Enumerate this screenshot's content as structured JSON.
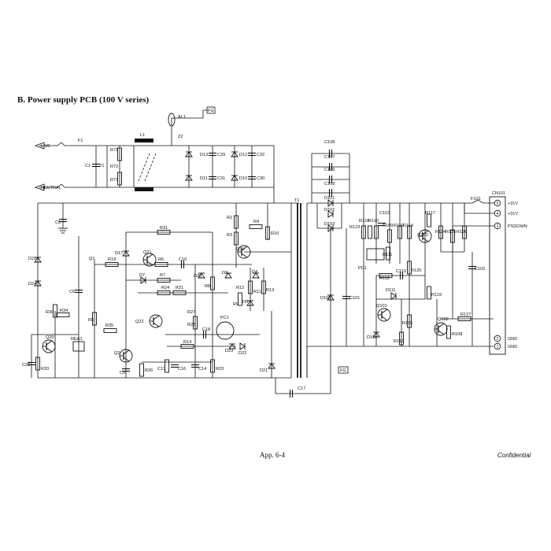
{
  "heading": "B. Power supply PCB (100 V series)",
  "page_number": "App. 6-4",
  "classification": "Confidential",
  "terminals": {
    "live": "LIVE",
    "neutral": "NEUTRAL",
    "fg_top": "FG",
    "fg_mid": "FG"
  },
  "connector": {
    "name": "CN101",
    "pins": [
      {
        "num": "5",
        "label": "+31V"
      },
      {
        "num": "4",
        "label": "+31V"
      },
      {
        "num": "3",
        "label": "PSDOWN"
      },
      {
        "num": "2",
        "label": "GND"
      },
      {
        "num": "1",
        "label": "GND"
      }
    ]
  },
  "parts": {
    "F1": "F1",
    "L1": "L1",
    "T1": "T1",
    "F101": "F101",
    "AL1": "AL1",
    "Z2": "Z2",
    "C1": "C1",
    "Z1": "Z1",
    "R71": "R71",
    "R72": "R72",
    "R73": "R73",
    "D13": "D13",
    "D11": "D11",
    "C29": "C29",
    "C31": "C31",
    "D12": "D12",
    "D10": "D10",
    "C32": "C32",
    "C30": "C30",
    "C108": "C108",
    "C107": "C107",
    "C106": "C106",
    "C109": "C109",
    "D101": "D101",
    "D102": "D102",
    "D103": "D103",
    "C5": "C5",
    "D21": "D21",
    "D24": "D24",
    "C6": "C6",
    "R31": "R31",
    "Q1": "Q1",
    "R19": "R19",
    "D17": "D17",
    "Q21": "Q21",
    "R6": "R6",
    "C10": "C10",
    "D7": "D7",
    "R7": "R7",
    "R2": "R2",
    "R4": "R4",
    "R3": "R3",
    "R10": "R10",
    "Q31": "Q31",
    "D20": "D20",
    "R8": "R8",
    "D3": "D3",
    "D4": "D4",
    "R12": "R12",
    "R11": "R11",
    "R9": "R9",
    "D5": "D5",
    "R13": "R13",
    "R24": "R24",
    "R21": "R21",
    "R5": "R5",
    "R35": "R35",
    "Q22": "Q22",
    "Q2": "Q2",
    "R28": "R28",
    "R27": "R27",
    "C18": "C18",
    "PC1": "PC1",
    "R14": "R14",
    "D23": "D23",
    "D22": "D22",
    "R30": "R30",
    "R34": "R34",
    "Q20": "Q20",
    "REA1": "REA1",
    "C20": "C20",
    "R33": "R33",
    "C9": "C9",
    "R26": "R26",
    "C13": "C13",
    "C16": "C16",
    "C14": "C14",
    "R23": "R23",
    "D21b": "D21",
    "C17": "C17",
    "D105": "D105",
    "C101": "C101",
    "R123": "R123",
    "R118": "R118",
    "R110": "R110",
    "C103": "C103",
    "R109": "R109",
    "R116": "R116",
    "R114": "R114",
    "R117": "R117",
    "Q103": "Q103",
    "R124": "R124",
    "R125": "R125",
    "R126": "R126",
    "PC1b": "PC1",
    "R111": "R111",
    "R112": "R112",
    "C110": "C110",
    "R120": "R120",
    "D111": "D111",
    "C102": "C102",
    "Q101": "Q101",
    "R119": "R119",
    "D110": "D110",
    "R113": "R113",
    "R115": "R115",
    "Q102": "Q102",
    "R127": "R127",
    "R108": "R108"
  }
}
